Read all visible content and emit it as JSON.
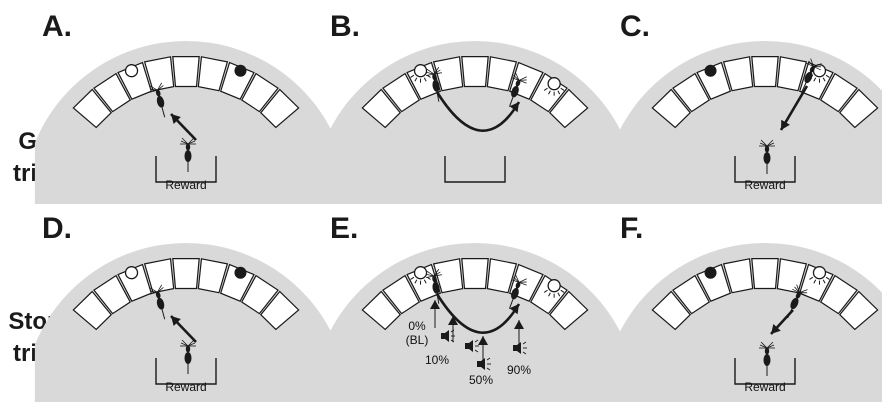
{
  "panels": [
    {
      "letter": "A.",
      "reward_label": "Reward"
    },
    {
      "letter": "B.",
      "reward_label": ""
    },
    {
      "letter": "C.",
      "reward_label": "Reward"
    },
    {
      "letter": "D.",
      "reward_label": "Reward"
    },
    {
      "letter": "E.",
      "reward_label": ""
    },
    {
      "letter": "F.",
      "reward_label": "Reward"
    }
  ],
  "rows": {
    "go_line1": "Go",
    "go_line2": "trial",
    "stop_line1": "Stop",
    "stop_line2": "trial"
  },
  "tone_levels": {
    "t0": "0%",
    "t0_sub": "(BL)",
    "t10": "10%",
    "t50": "50%",
    "t90": "90%"
  },
  "colors": {
    "chamber_fill": "#d9d9d9",
    "port_fill": "#ffffff",
    "stroke": "#1a1a1a"
  }
}
